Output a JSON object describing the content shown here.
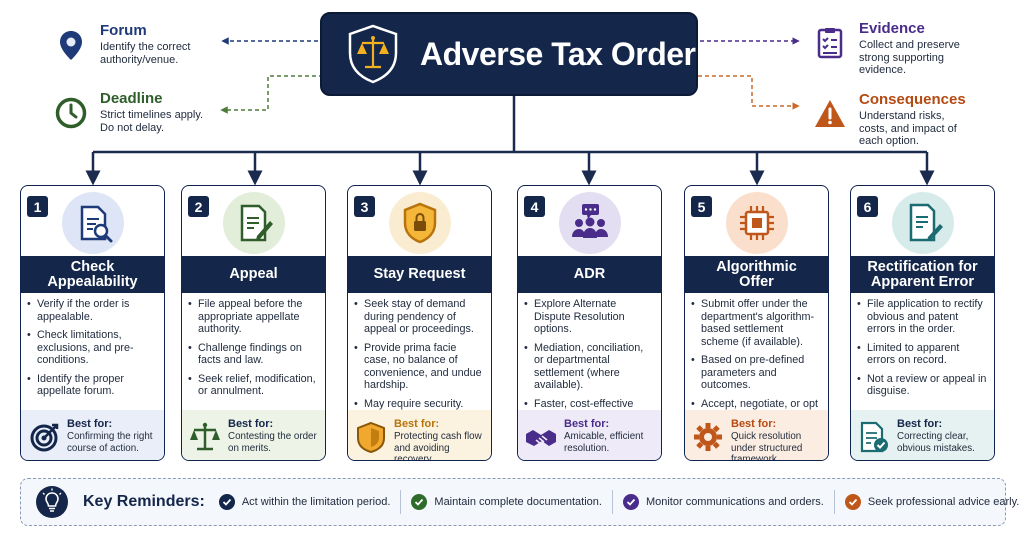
{
  "header": {
    "title": "Adverse Tax Order"
  },
  "side_boxes": [
    {
      "id": "forum",
      "title": "Forum",
      "text": [
        "Identify the correct",
        "authority/venue."
      ],
      "icon": "location-pin-icon",
      "bg": "#e7edf8",
      "accent": "#1e3a78"
    },
    {
      "id": "deadline",
      "title": "Deadline",
      "text": [
        "Strict timelines apply.",
        "Do not delay."
      ],
      "icon": "clock-icon",
      "bg": "#eaf2e4",
      "accent": "#2f5e2a"
    },
    {
      "id": "evidence",
      "title": "Evidence",
      "text": [
        "Collect and preserve",
        "strong supporting",
        "evidence."
      ],
      "icon": "checklist-icon",
      "bg": "#ece8f7",
      "accent": "#4a2c8a"
    },
    {
      "id": "consequences",
      "title": "Consequences",
      "text": [
        "Understand risks,",
        "costs, and impact of",
        "each option."
      ],
      "icon": "warning-icon",
      "bg": "#fbebdd",
      "accent": "#b54a12"
    }
  ],
  "cards": [
    {
      "num": "1",
      "title": [
        "Check",
        "Appealability"
      ],
      "icon": "document-search-icon",
      "bullets": [
        "Verify if the order is appealable.",
        "Check limitations, exclusions, and pre-conditions.",
        "Identify the proper appellate forum."
      ],
      "best_label": "Best for:",
      "best_text": "Confirming the right course of action.",
      "best_icon": "target-icon",
      "tint": "#eaeef8",
      "label_color": "#14264a"
    },
    {
      "num": "2",
      "title": [
        "Appeal"
      ],
      "icon": "document-edit-icon",
      "bullets": [
        "File appeal before the appropriate appellate authority.",
        "Challenge findings on facts and law.",
        "Seek relief, modification, or annulment."
      ],
      "best_label": "Best for:",
      "best_text": "Contesting the order on merits.",
      "best_icon": "scales-icon",
      "tint": "#edf3e6",
      "label_color": "#14264a"
    },
    {
      "num": "3",
      "title": [
        "Stay Request"
      ],
      "icon": "shield-lock-icon",
      "bullets": [
        "Seek stay of demand during pendency of appeal or proceedings.",
        "Provide prima facie case, no balance of convenience, and undue hardship.",
        "May require security."
      ],
      "best_label": "Best for:",
      "best_text": "Protecting cash flow and avoiding recovery.",
      "best_icon": "shield-icon",
      "tint": "#fbf2df",
      "label_color": "#b8730c"
    },
    {
      "num": "4",
      "title": [
        "ADR"
      ],
      "icon": "group-chat-icon",
      "bullets": [
        "Explore Alternate Dispute Resolution options.",
        "Mediation, conciliation, or departmental settlement (where available).",
        "Faster, cost-effective resolution."
      ],
      "best_label": "Best for:",
      "best_text": "Amicable, efficient resolution.",
      "best_icon": "handshake-icon",
      "tint": "#eeeaf7",
      "label_color": "#4a2c8a"
    },
    {
      "num": "5",
      "title": [
        "Algorithmic",
        "Offer"
      ],
      "icon": "chip-icon",
      "bullets": [
        "Submit offer under the department's algorithm-based settlement scheme (if available).",
        "Based on pre-defined parameters and outcomes.",
        "Accept, negotiate, or opt out."
      ],
      "best_label": "Best for:",
      "best_text": "Quick resolution under structured framework.",
      "best_icon": "gear-icon",
      "tint": "#fcede2",
      "label_color": "#b54a12"
    },
    {
      "num": "6",
      "title": [
        "Rectification for",
        "Apparent Error"
      ],
      "icon": "document-pencil-icon",
      "bullets": [
        "File application to rectify obvious and patent errors in the order.",
        "Limited to apparent errors on record.",
        "Not a review or appeal in disguise."
      ],
      "best_label": "Best for:",
      "best_text": "Correcting clear, obvious mistakes.",
      "best_icon": "document-check-icon",
      "tint": "#e5f2f1",
      "label_color": "#14264a"
    }
  ],
  "reminders": {
    "title": "Key Reminders:",
    "items": [
      {
        "text": "Act within the limitation period.",
        "color": "#14264a"
      },
      {
        "text": "Maintain complete documentation.",
        "color": "#2f6b2a"
      },
      {
        "text": "Monitor communications and orders.",
        "color": "#4a2c8a"
      },
      {
        "text": "Seek professional advice early.",
        "color": "#c0571a"
      }
    ]
  },
  "colors": {
    "navy": "#14264a",
    "connector": "#1b2b4f",
    "green_dash": "#4e7a3a",
    "orange_dash": "#c86a2b"
  }
}
